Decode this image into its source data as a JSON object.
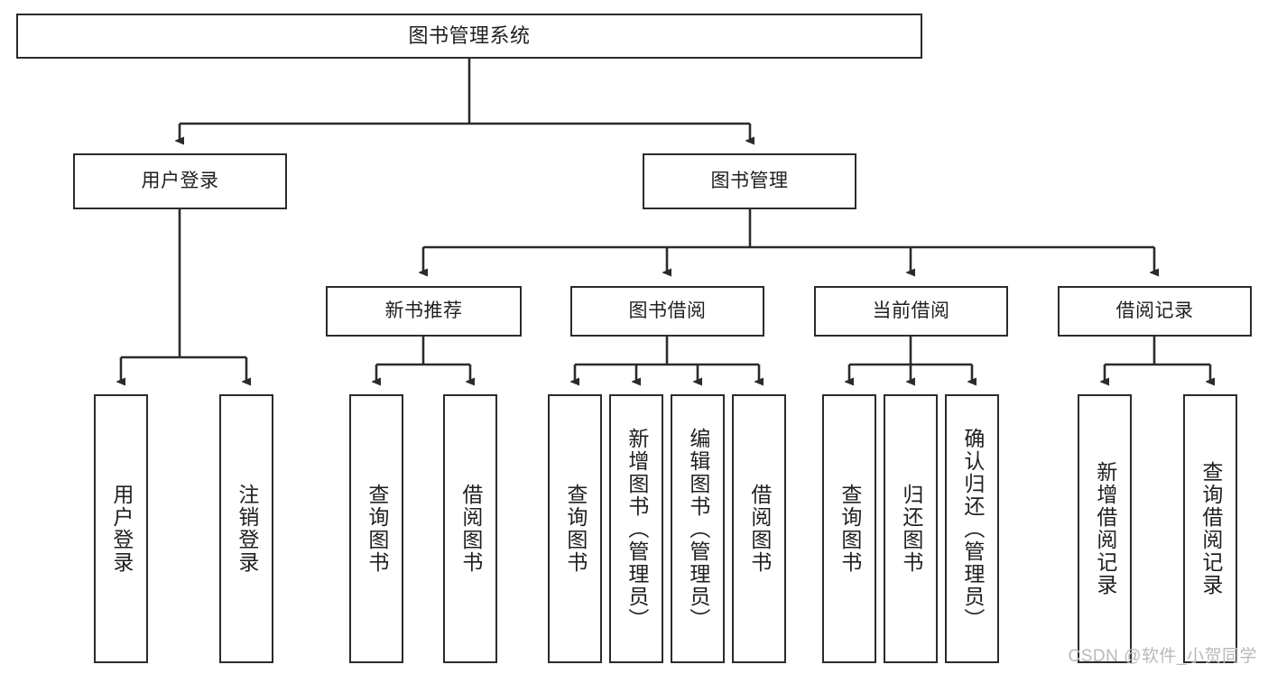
{
  "diagram": {
    "type": "tree-hierarchy-chart",
    "title": "图书管理系统",
    "stroke_color": "#2b2b2b",
    "background_color": "#ffffff",
    "text_color": "#1f1f1f",
    "levels": 4,
    "root": {
      "id": "root",
      "label": "图书管理系统"
    },
    "level2": [
      {
        "id": "user-login",
        "label": "用户登录"
      },
      {
        "id": "book-management",
        "label": "图书管理"
      }
    ],
    "level3": [
      {
        "id": "new-book-recommend",
        "label": "新书推荐",
        "parent": "book-management"
      },
      {
        "id": "book-borrow",
        "label": "图书借阅",
        "parent": "book-management"
      },
      {
        "id": "current-borrow",
        "label": "当前借阅",
        "parent": "book-management"
      },
      {
        "id": "borrow-record",
        "label": "借阅记录",
        "parent": "book-management"
      }
    ],
    "leaves": {
      "user_login": [
        {
          "id": "leaf-user-login",
          "label": "用户登录"
        },
        {
          "id": "leaf-user-logout",
          "label": "注销登录"
        }
      ],
      "new_book_recommend": [
        {
          "id": "leaf-query-book-1",
          "label": "查询图书"
        },
        {
          "id": "leaf-borrow-book-1",
          "label": "借阅图书"
        }
      ],
      "book_borrow": [
        {
          "id": "leaf-query-book-2",
          "label": "查询图书"
        },
        {
          "id": "leaf-add-book",
          "label": "新增图书（管理员）"
        },
        {
          "id": "leaf-edit-book",
          "label": "编辑图书（管理员）"
        },
        {
          "id": "leaf-borrow-book-2",
          "label": "借阅图书"
        }
      ],
      "current_borrow": [
        {
          "id": "leaf-query-book-3",
          "label": "查询图书"
        },
        {
          "id": "leaf-return-book",
          "label": "归还图书"
        },
        {
          "id": "leaf-confirm-return",
          "label": "确认归还（管理员）"
        }
      ],
      "borrow_record": [
        {
          "id": "leaf-add-record",
          "label": "新增借阅记录"
        },
        {
          "id": "leaf-query-record",
          "label": "查询借阅记录"
        }
      ]
    }
  },
  "watermark": {
    "text": "CSDN @软件_小贺同学"
  }
}
